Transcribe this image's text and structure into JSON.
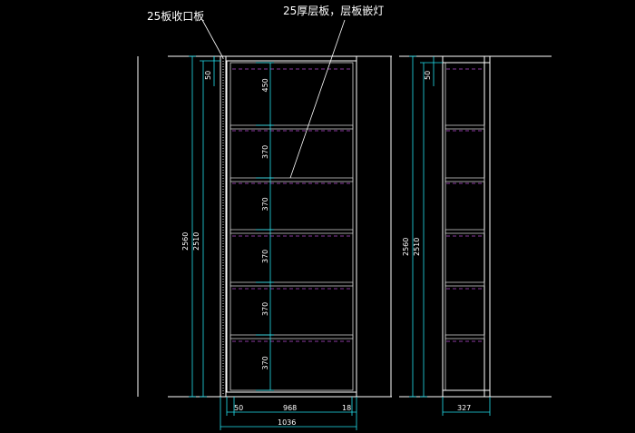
{
  "colors": {
    "background": "#000000",
    "outline": "#ffffff",
    "dimension": "#22e0ee",
    "shelf": "#c8c8c8",
    "hidden_line": "#b84ed6",
    "text": "#ffffff"
  },
  "callouts": {
    "frame_trim": "25板收口板",
    "shelf_note": "25厚层板，层板嵌灯"
  },
  "front_view": {
    "total_height": "2560",
    "inner_height": "2510",
    "top_offset": "50",
    "shelf_gaps": [
      "450",
      "370",
      "370",
      "370",
      "370",
      "370"
    ],
    "width_left": "50",
    "width_middle": "968",
    "width_right": "18",
    "total_width": "1036"
  },
  "side_view": {
    "total_height": "2560",
    "inner_height": "2510",
    "top_offset": "50",
    "depth": "327"
  }
}
